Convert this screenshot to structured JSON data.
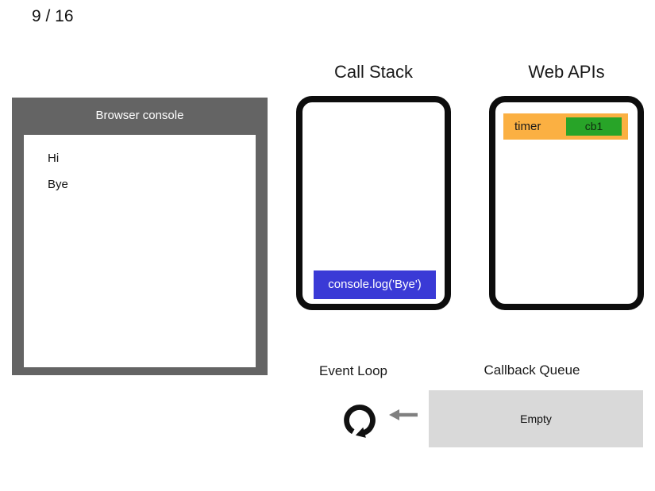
{
  "page": {
    "indicator": "9 / 16"
  },
  "browser_console": {
    "title": "Browser console",
    "lines": [
      "Hi",
      "Bye"
    ]
  },
  "call_stack": {
    "title": "Call Stack",
    "frames": [
      {
        "label": "console.log('Bye')"
      }
    ]
  },
  "web_apis": {
    "title": "Web APIs",
    "items": [
      {
        "label": "timer",
        "callback": "cb1"
      }
    ]
  },
  "event_loop": {
    "title": "Event Loop",
    "icon": "loop-refresh-icon"
  },
  "callback_queue": {
    "title": "Callback Queue",
    "status": "Empty"
  },
  "colors": {
    "console_frame_gray": "#646464",
    "stack_frame_blue": "#3a3ad6",
    "webapi_timer_orange": "#fbb042",
    "webapi_callback_green": "#28a428",
    "queue_gray": "#d9d9d9",
    "arrow_gray": "#808080",
    "outline_black": "#0d0d0d"
  }
}
